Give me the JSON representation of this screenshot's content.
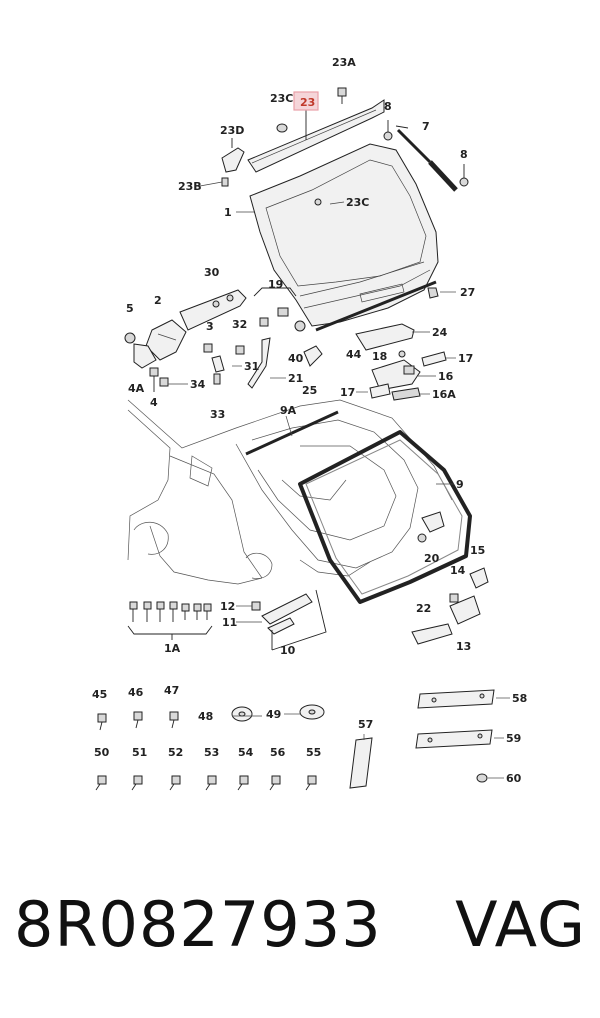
{
  "highlight_color": "#e8a0a8",
  "callouts": {
    "c23a": "23A",
    "c23c_top": "23C",
    "c23": "23",
    "c8_top": "8",
    "c7": "7",
    "c23d": "23D",
    "c8_right": "8",
    "c23b": "23B",
    "c23c_mid": "23C",
    "c1": "1",
    "c30": "30",
    "c19": "19",
    "c27": "27",
    "c5": "5",
    "c2": "2",
    "c32": "32",
    "c3": "3",
    "c24": "24",
    "c40": "40",
    "c44": "44",
    "c18": "18",
    "c17_top": "17",
    "c31": "31",
    "c4a": "4A",
    "c34": "34",
    "c21": "21",
    "c25": "25",
    "c16": "16",
    "c4": "4",
    "c33": "33",
    "c17_bot": "17",
    "c16a": "16A",
    "c9a": "9A",
    "c9": "9",
    "c20": "20",
    "c15": "15",
    "c14": "14",
    "c12": "12",
    "c11": "11",
    "c22": "22",
    "c13": "13",
    "c10": "10",
    "c1a": "1A",
    "c45": "45",
    "c46": "46",
    "c47": "47",
    "c48": "48",
    "c49": "49",
    "c57": "57",
    "c58": "58",
    "c59": "59",
    "c50": "50",
    "c51": "51",
    "c52": "52",
    "c53": "53",
    "c54": "54",
    "c56": "56",
    "c55": "55",
    "c60": "60"
  },
  "footer": {
    "part_number": "8R0827933",
    "brand": "VAG"
  }
}
